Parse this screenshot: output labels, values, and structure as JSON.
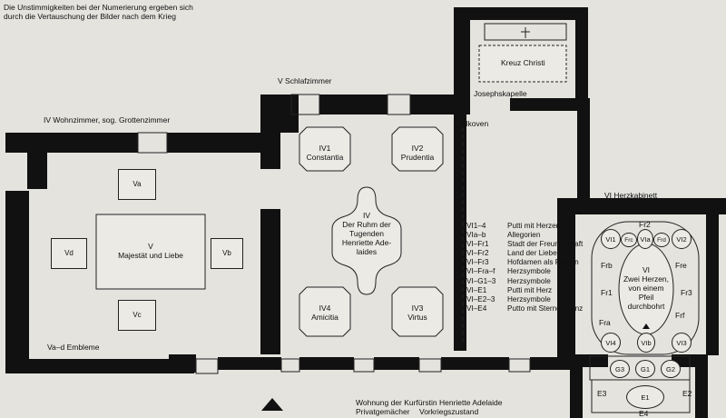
{
  "header_note": [
    "Die Unstimmigkeiten bei der Numerierung ergeben sich",
    "durch die Vertauschung der Bilder nach dem Krieg"
  ],
  "rooms": {
    "room4": "IV Wohnzimmer, sog. Grottenzimmer",
    "room5": "V Schlafzimmer",
    "chapel": "Josephskapelle",
    "alcove": "Alkoven",
    "room6": "VI Herzkabinett",
    "emblems": "Va–d Embleme"
  },
  "cross_label": "Kreuz Christi",
  "room4_panels": {
    "center": [
      "V",
      "Majestät und Liebe"
    ],
    "a": "Va",
    "b": "Vb",
    "c": "Vc",
    "d": "Vd"
  },
  "room5_panels": {
    "p1": [
      "IV1",
      "Constantia"
    ],
    "p2": [
      "IV2",
      "Prudentia"
    ],
    "p3": [
      "IV3",
      "Virtus"
    ],
    "p4": [
      "IV4",
      "Amicitia"
    ],
    "center": [
      "IV",
      "Der Ruhm der",
      "Tugenden",
      "Henriette Ade-",
      "laides"
    ]
  },
  "legend": [
    {
      "k": "VI1–4",
      "v": "Putti mit Herzen"
    },
    {
      "k": "VIa–b",
      "v": "Allegorien"
    },
    {
      "k": "VI–Fr1",
      "v": "Stadt der Freundschaft"
    },
    {
      "k": "VI–Fr2",
      "v": "Land der Liebe"
    },
    {
      "k": "VI–Fr3",
      "v": "Hofdamen als Parzen"
    },
    {
      "k": "VI–Fra–f",
      "v": "Herzsymbole"
    },
    {
      "k": "VI–G1–3",
      "v": "Herzsymbole"
    },
    {
      "k": "VI–E1",
      "v": "Putti mit Herz"
    },
    {
      "k": "VI–E2–3",
      "v": "Herzsymbole"
    },
    {
      "k": "VI–E4",
      "v": "Putto mit Sternenkranz"
    }
  ],
  "cabinet": {
    "center": [
      "VI",
      "Zwei Herzen,",
      "von einem",
      "Pfeil",
      "durchbohrt"
    ],
    "fr": [
      "Fr2",
      "Frb",
      "Fre",
      "Fr1",
      "Fr3",
      "Fra",
      "Frf",
      "Frc",
      "Frd"
    ],
    "vi": [
      "VI1",
      "VIa",
      "VI2",
      "VI4",
      "VIb",
      "VI3"
    ],
    "g": [
      "G3",
      "G1",
      "G2"
    ],
    "e": [
      "E3",
      "E1",
      "E2",
      "E4"
    ]
  },
  "footer": {
    "line1": "Wohnung der Kurfürstin Henriette Adelaide",
    "line2a": "Privatgemächer",
    "line2b": "Vorkriegszustand"
  }
}
